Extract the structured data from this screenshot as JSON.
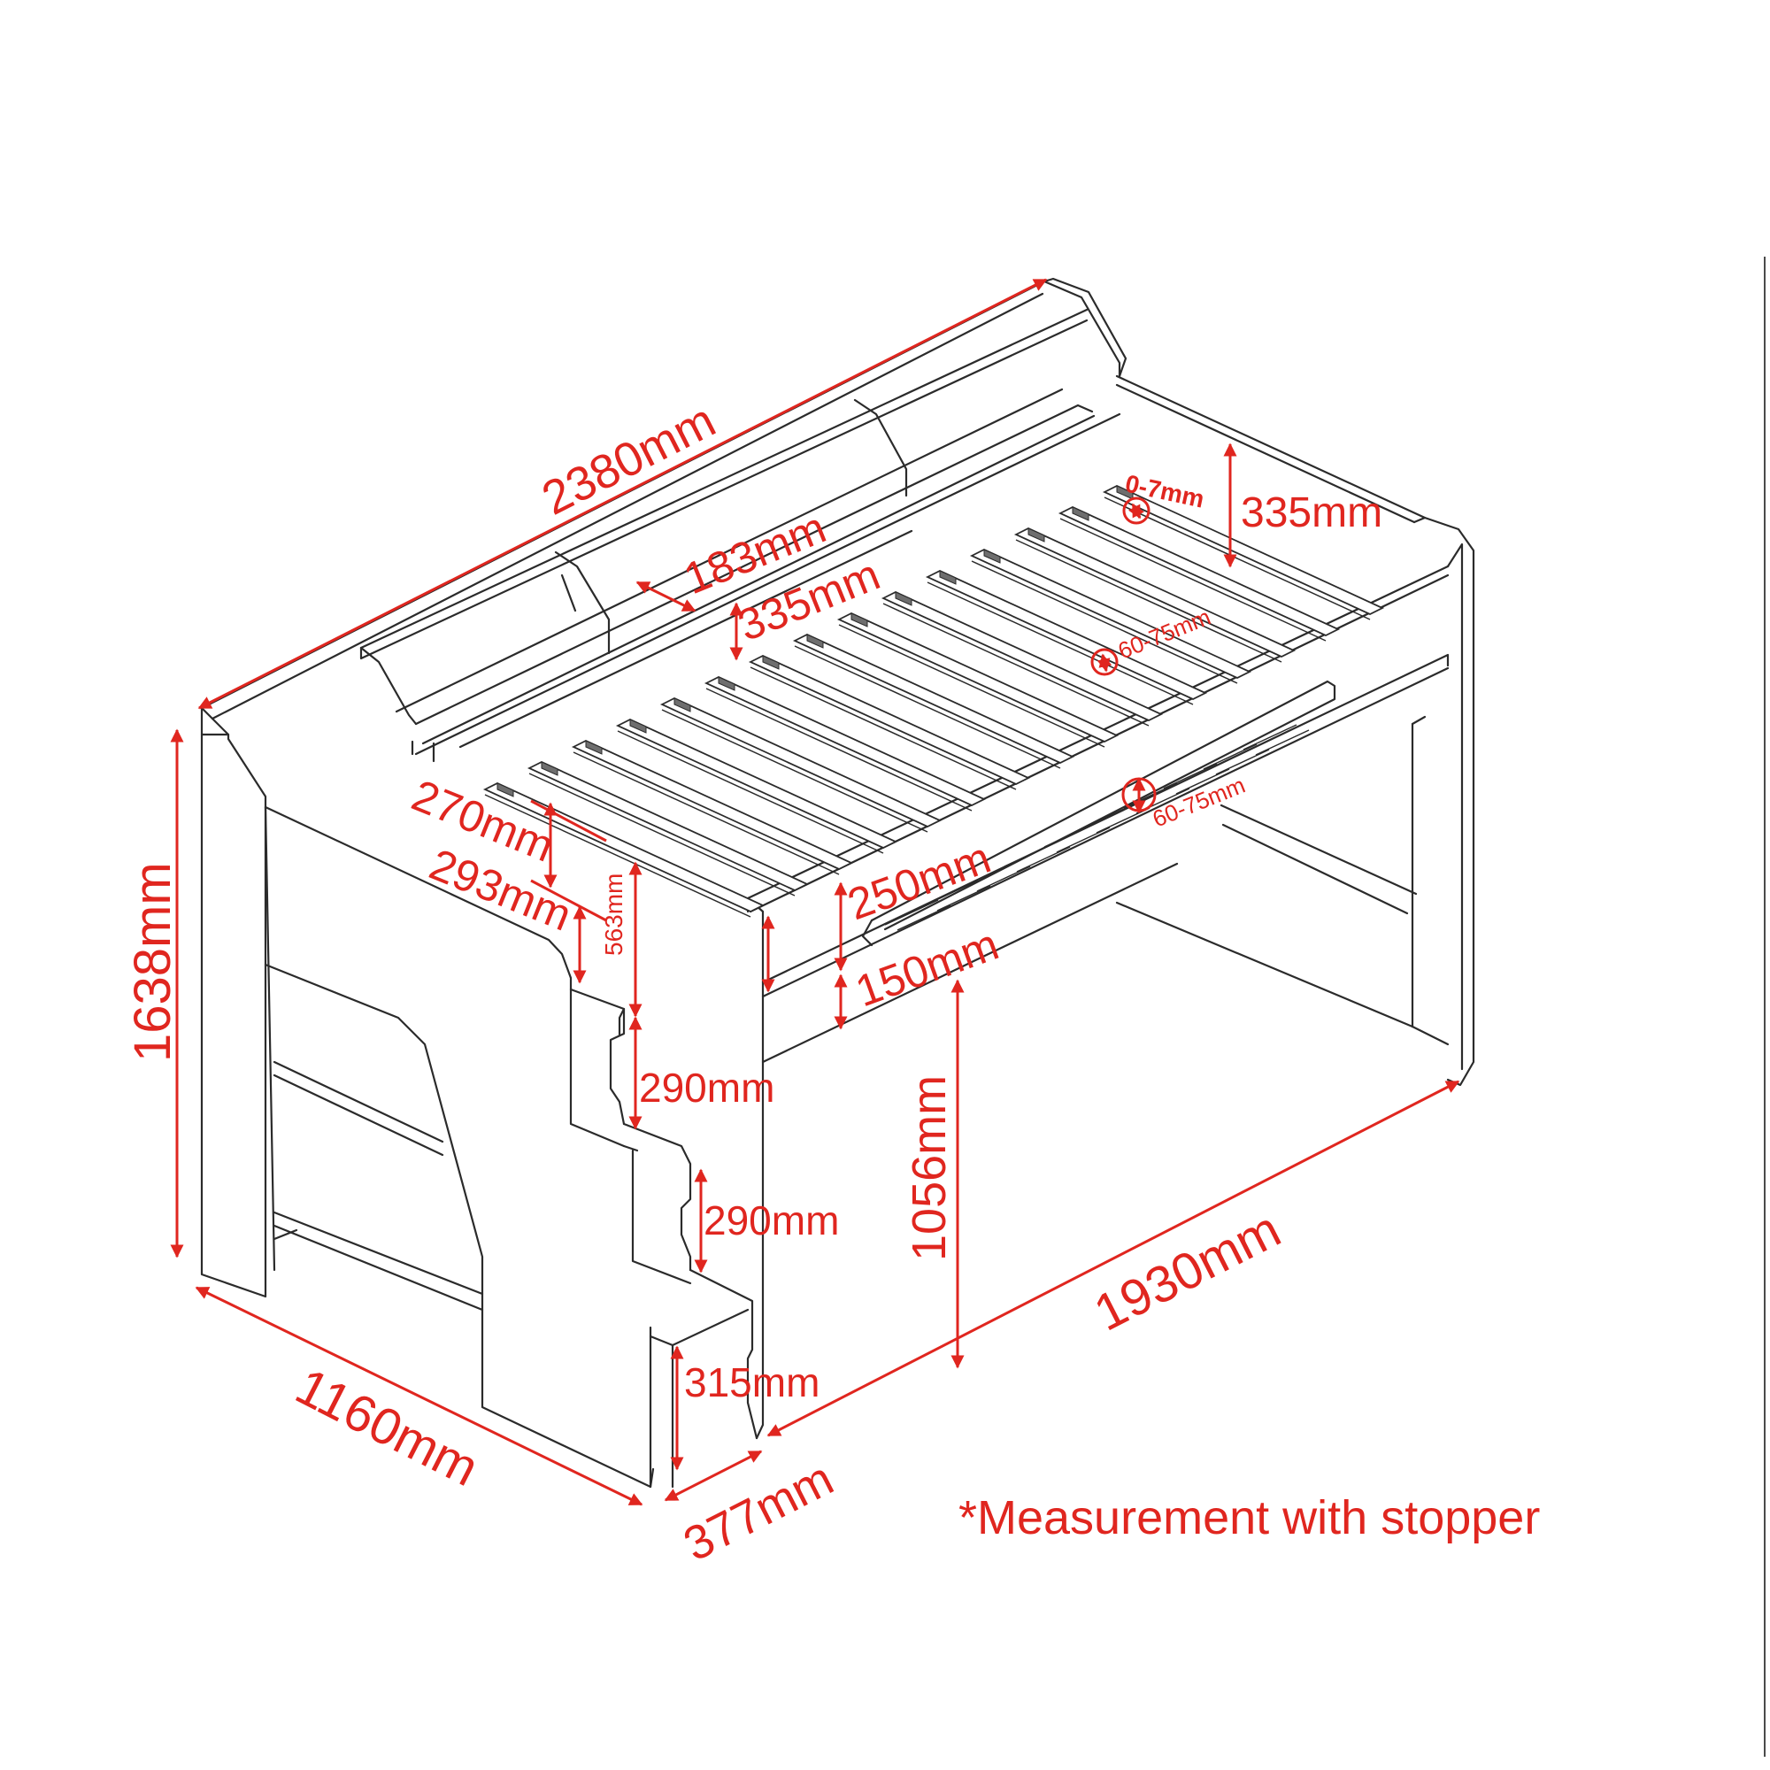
{
  "labels": {
    "total_length": "2380mm",
    "shelf_depth": "183mm",
    "shelf_height": "335mm",
    "rail_height_right": "335mm",
    "slat_gap": "0-7mm",
    "slat_width_top": "60-75mm",
    "slat_width_lower": "60-75mm",
    "total_height": "1638mm",
    "step_width": "270mm",
    "step_depth": "293mm",
    "step_rise_top": "563mm",
    "rail_250": "250mm",
    "rail_150": "150mm",
    "step_rise_mid": "290mm",
    "step_rise_low": "290mm",
    "step_rise_bottom": "315mm",
    "under_bed_height": "1056mm",
    "bed_length": "1930mm",
    "total_width": "1160mm",
    "stair_width": "377mm"
  },
  "note": "*Measurement with stopper",
  "colors": {
    "dimension": "#e0261f",
    "drawing": "#2b2b2b",
    "background": "#ffffff"
  }
}
